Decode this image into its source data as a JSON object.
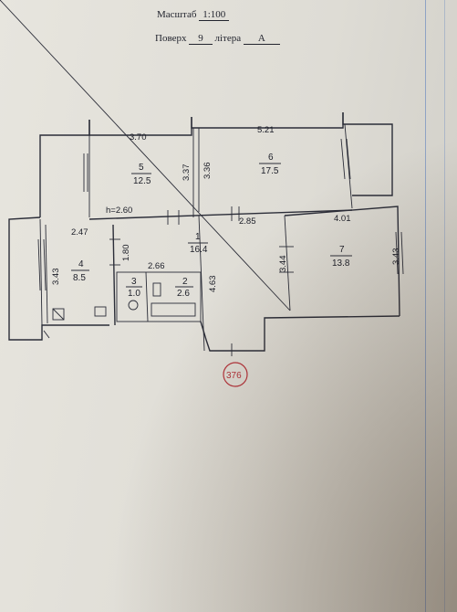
{
  "header": {
    "scale_label": "Масштаб",
    "scale_value": "1:100",
    "floor_label": "Поверх",
    "floor_value": "9",
    "letter_label": "літера",
    "letter_value": "А"
  },
  "rooms": [
    {
      "number": "5",
      "area": "12.5"
    },
    {
      "number": "6",
      "area": "17.5"
    },
    {
      "number": "1",
      "area": "16.4"
    },
    {
      "number": "4",
      "area": "8.5"
    },
    {
      "number": "7",
      "area": "13.8"
    },
    {
      "number": "3",
      "area": "1.0"
    },
    {
      "number": "2",
      "area": "2.6"
    }
  ],
  "dimensions": {
    "d_370": "3.70",
    "d_521": "5.21",
    "d_337": "3.37",
    "d_336": "3.36",
    "height": "h=2.60",
    "d_247": "2.47",
    "d_285": "2.85",
    "d_401": "4.01",
    "d_180": "1.80",
    "d_266": "2.66",
    "d_343_left": "3.43",
    "d_463": "4.63",
    "d_344": "3.44",
    "d_343_right": "3.43"
  },
  "stamp": {
    "number": "376"
  },
  "colors": {
    "stamp": "#b4323a",
    "lines": "#2b2d38",
    "margin": "#8fa3c4"
  }
}
